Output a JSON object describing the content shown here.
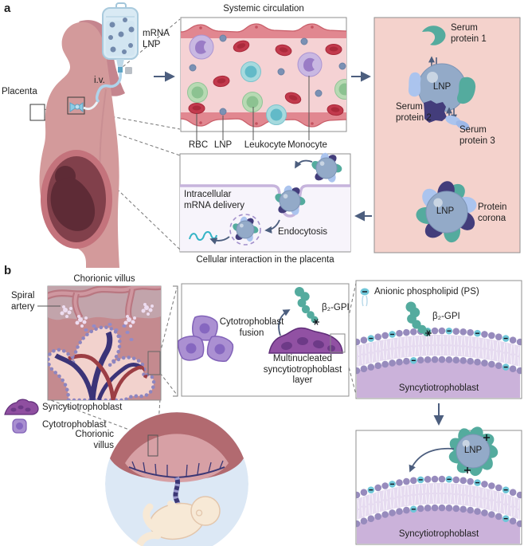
{
  "colors": {
    "arrow_accent": "#4c5e7e",
    "lnp_sphere": "#93aac8",
    "teal_protein": "#54ab9e",
    "dark_purple_protein": "#433d7b",
    "light_blue_protein": "#abc4ee",
    "serum_panel_pink": "#f4d2cc",
    "vessel_lumen_pink": "#f5d2d4",
    "vessel_wall": "#e18790",
    "rbc_red": "#c23a4d",
    "membrane_head_purple": "#978bbd",
    "ps_head_teal": "#6fc6d8",
    "cytotrophoblast_purple": "#ab90d2",
    "syncytiotrophoblast_purple": "#9151a3",
    "villus_background": "#c48a8f",
    "fetus_circle_blue": "#dce8f5"
  },
  "panel_a": {
    "label": "a",
    "placenta_label": "Placenta",
    "iv_bag_label": "mRNA\nLNP",
    "iv_route_label": "i.v.",
    "systemic_panel": {
      "title": "Systemic circulation",
      "legend": {
        "rbc": "RBC",
        "lnp": "LNP",
        "leukocyte": "Leukocyte",
        "monocyte": "Monocyte"
      }
    },
    "serum_panel": {
      "serum_protein_1": "Serum\nprotein 1",
      "serum_protein_2": "Serum\nprotein 2",
      "serum_protein_3": "Serum\nprotein 3",
      "lnp_label": "LNP",
      "corona_lnp_label": "LNP",
      "protein_corona_label": "Protein\ncorona"
    },
    "cellular_panel": {
      "intracellular_label": "Intracellular\nmRNA delivery",
      "endocytosis_label": "Endocytosis",
      "caption": "Cellular interaction in the placenta"
    }
  },
  "panel_b": {
    "label": "b",
    "villus_panel_title": "Chorionic villus",
    "spiral_artery_label": "Spiral\nartery",
    "legend": {
      "syncytiotrophoblast": "Syncytiotrophoblast",
      "cytotrophoblast": "Cytotrophoblast"
    },
    "fetus_label": "Chorionic\nvillus",
    "fusion_panel": {
      "fusion_label": "Cytotrophoblast\nfusion",
      "b2gpi_label": "β₂-GPI",
      "syncytio_layer_label": "Multinucleated\nsyncytiotrophoblast\nlayer"
    },
    "membrane_panel": {
      "ps_legend": "Anionic phospholipid (PS)",
      "b2gpi_label": "β₂-GPI",
      "syncytio_label": "Syncytiotrophoblast"
    },
    "lnp_membrane_panel": {
      "lnp_label": "LNP",
      "syncytio_label": "Syncytiotrophoblast"
    }
  }
}
